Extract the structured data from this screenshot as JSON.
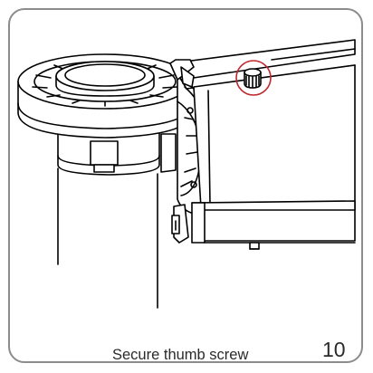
{
  "caption": "Secure thumb screw",
  "page_number": "10",
  "colors": {
    "line": "#000000",
    "highlight": "#c0272d",
    "border": "#8c8c8c"
  },
  "icons": [
    "highlight-circle"
  ]
}
